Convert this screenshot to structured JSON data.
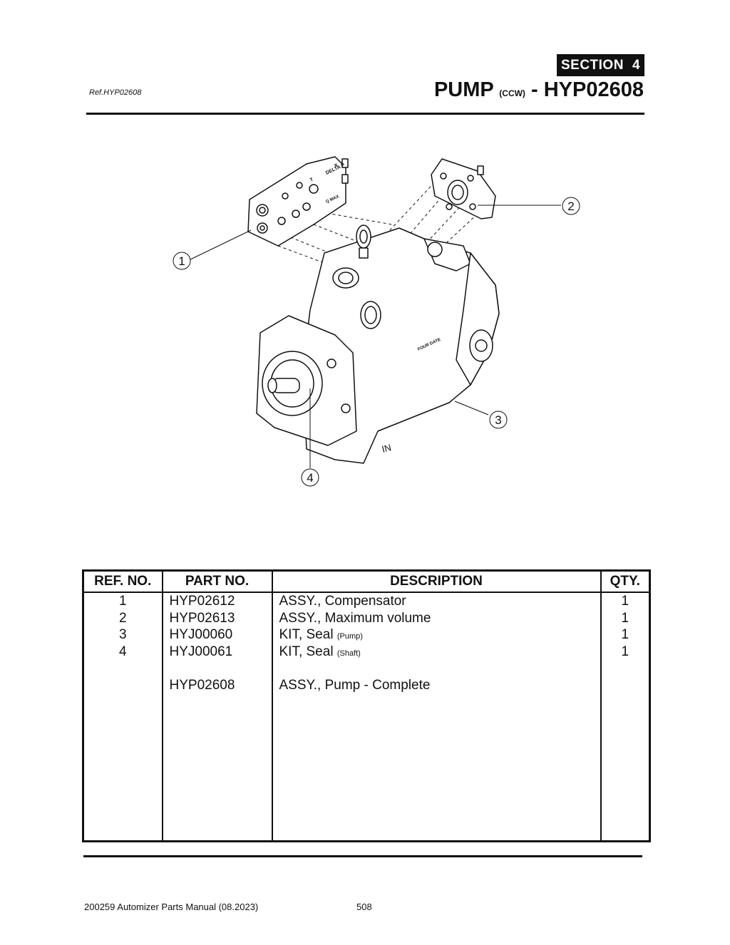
{
  "header": {
    "section_label": "SECTION",
    "section_number": "4",
    "ref": "Ref.HYP02608",
    "title_main": "PUMP",
    "title_small": "(CCW)",
    "title_rest": "- HYP02608"
  },
  "diagram": {
    "callouts": [
      "1",
      "2",
      "3",
      "4"
    ],
    "text_delta": "DELTA P",
    "text_qmax": "Q MAX",
    "text_t": "T",
    "text_x": "X",
    "text_brand": "FOUR DATE",
    "text_in": "IN"
  },
  "table": {
    "headers": [
      "REF. NO.",
      "PART NO.",
      "DESCRIPTION",
      "QTY."
    ],
    "rows": [
      {
        "ref": "1",
        "part": "HYP02612",
        "desc": "ASSY., Compensator",
        "desc_small": "",
        "qty": "1"
      },
      {
        "ref": "2",
        "part": "HYP02613",
        "desc": "ASSY., Maximum volume",
        "desc_small": "",
        "qty": "1"
      },
      {
        "ref": "3",
        "part": "HYJ00060",
        "desc": "KIT, Seal",
        "desc_small": "(Pump)",
        "qty": "1"
      },
      {
        "ref": "4",
        "part": "HYJ00061",
        "desc": "KIT, Seal",
        "desc_small": "(Shaft)",
        "qty": "1"
      }
    ],
    "complete": {
      "part": "HYP02608",
      "desc": "ASSY., Pump - Complete"
    }
  },
  "footer": {
    "manual": "200259 Automizer Parts Manual (08.2023)",
    "page": "508"
  }
}
